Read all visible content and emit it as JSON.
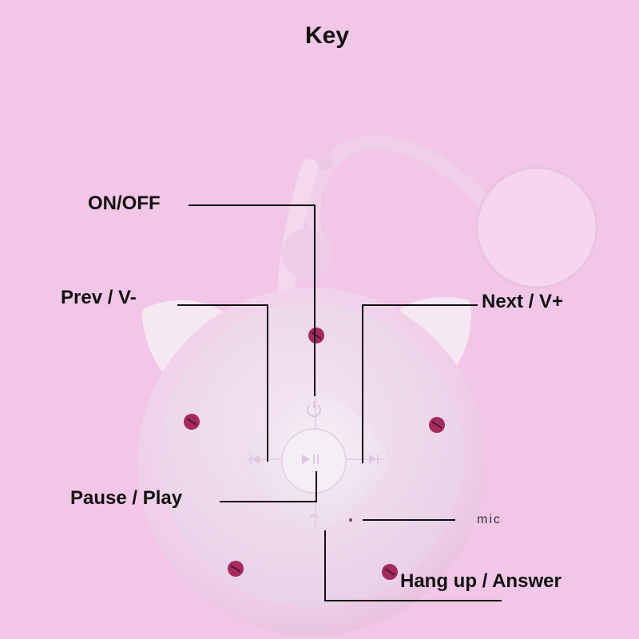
{
  "title": "Key",
  "labels": {
    "on_off": "ON/OFF",
    "prev": "Prev / V-",
    "next": "Next / V+",
    "pause_play": "Pause / Play",
    "mic": "mic",
    "hang_up": "Hang up / Answer"
  },
  "colors": {
    "background": "#f2c6e6",
    "device_body": "#f1d4ec",
    "device_face": "#eddaf0",
    "buttons": "#f3e8f4",
    "leader_lines": "#111111",
    "screws": "#a32b5e"
  },
  "icons": [
    "power-icon",
    "prev-icon",
    "next-icon",
    "play-pause-icon",
    "phone-icon"
  ]
}
